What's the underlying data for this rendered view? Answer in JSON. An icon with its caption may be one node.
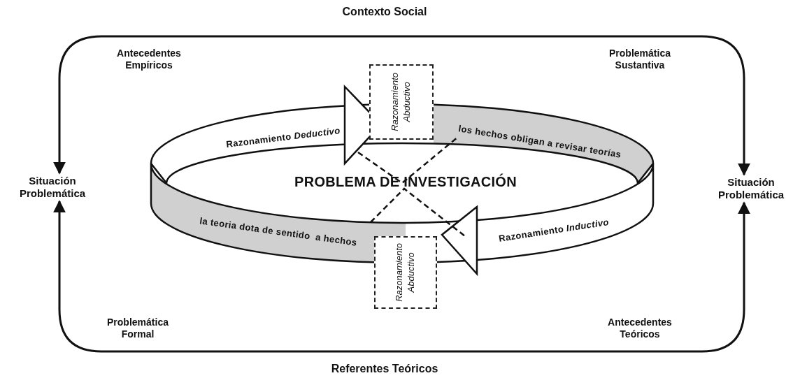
{
  "diagram": {
    "nodes": [
      {
        "text": [
          "Contexto Social"
        ]
      },
      {
        "text": [
          "Situación Problemática"
        ]
      },
      {
        "text": [
          "Situación Problemática"
        ]
      },
      {
        "text": [
          "Referentes Teóricos"
        ]
      },
      {
        "text": [
          "PROBLEMA DE INVESTIGACIÓN"
        ]
      },
      {
        "text": [
          "Razonamiento *Deductivo*"
        ]
      },
      {
        "text": [
          "Razonamiento Abductivo"
        ]
      },
      {
        "text": [
          "los hechos obligan a revisar teorías"
        ]
      },
      {
        "text": [
          "la teoria dota de sentido  a hechos"
        ]
      },
      {
        "text": [
          "Razonamiento Abductivo"
        ]
      },
      {
        "text": [
          "Razonamiento *Inductivo*"
        ]
      }
    ],
    "edges": [
      {
        "from": 0,
        "to": 1,
        "arrow": "to",
        "label": "Antecedentes Empíricos"
      },
      {
        "from": 0,
        "to": 2,
        "arrow": "to",
        "label": "Problemática Sustantiva"
      },
      {
        "from": 3,
        "to": 1,
        "arrow": "to",
        "label": "Problemática Formal"
      },
      {
        "from": 3,
        "to": 2,
        "arrow": "to",
        "label": "Antecedentes Teóricos"
      }
    ]
  }
}
